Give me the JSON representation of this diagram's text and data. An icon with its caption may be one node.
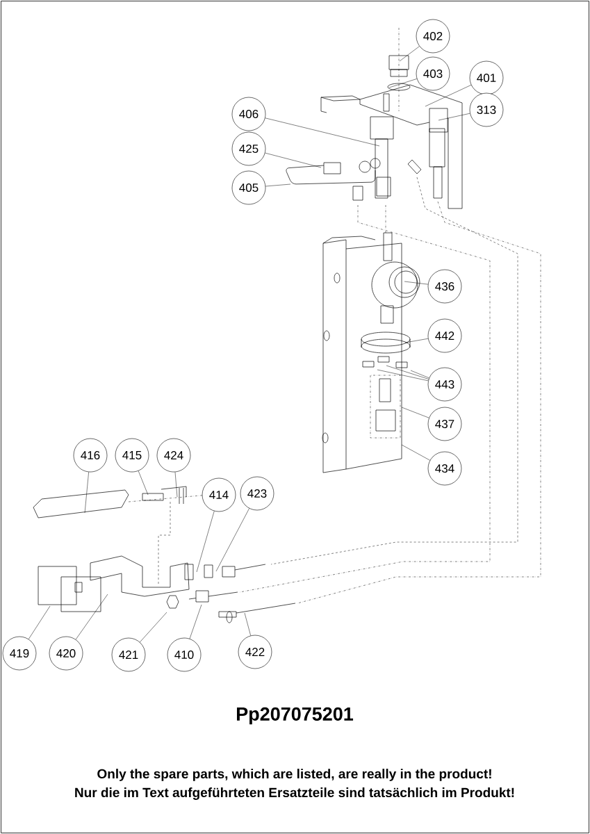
{
  "diagram": {
    "title": "Pp207075201",
    "nodes": [
      {
        "text": [
          "402"
        ]
      },
      {
        "text": [
          "403"
        ]
      },
      {
        "text": [
          "401"
        ]
      },
      {
        "text": [
          "313"
        ]
      },
      {
        "text": [
          "406"
        ]
      },
      {
        "text": [
          "425"
        ]
      },
      {
        "text": [
          "405"
        ]
      },
      {
        "text": [
          "436"
        ]
      },
      {
        "text": [
          "442"
        ]
      },
      {
        "text": [
          "443"
        ]
      },
      {
        "text": [
          "437"
        ]
      },
      {
        "text": [
          "434"
        ]
      },
      {
        "text": [
          "416"
        ]
      },
      {
        "text": [
          "415"
        ]
      },
      {
        "text": [
          "424"
        ]
      },
      {
        "text": [
          "414"
        ]
      },
      {
        "text": [
          "423"
        ]
      },
      {
        "text": [
          "419"
        ]
      },
      {
        "text": [
          "420"
        ]
      },
      {
        "text": [
          "421"
        ]
      },
      {
        "text": [
          "410"
        ]
      },
      {
        "text": [
          "422"
        ]
      }
    ],
    "edges": [
      {
        "from": 0,
        "to": null,
        "arrow": "none"
      },
      {
        "from": 1,
        "to": null,
        "arrow": "none"
      },
      {
        "from": 2,
        "to": null,
        "arrow": "none"
      },
      {
        "from": 3,
        "to": null,
        "arrow": "none"
      },
      {
        "from": 4,
        "to": null,
        "arrow": "none"
      },
      {
        "from": 5,
        "to": null,
        "arrow": "none"
      },
      {
        "from": 6,
        "to": null,
        "arrow": "none"
      },
      {
        "from": 7,
        "to": null,
        "arrow": "none"
      },
      {
        "from": 8,
        "to": null,
        "arrow": "none"
      },
      {
        "from": 9,
        "to": null,
        "arrow": "none"
      },
      {
        "from": 9,
        "to": null,
        "arrow": "none"
      },
      {
        "from": 9,
        "to": null,
        "arrow": "none"
      },
      {
        "from": 10,
        "to": null,
        "arrow": "none"
      },
      {
        "from": 11,
        "to": null,
        "arrow": "none"
      },
      {
        "from": 12,
        "to": null,
        "arrow": "none"
      },
      {
        "from": 13,
        "to": null,
        "arrow": "none"
      },
      {
        "from": 14,
        "to": null,
        "arrow": "none"
      },
      {
        "from": 15,
        "to": null,
        "arrow": "none"
      },
      {
        "from": 16,
        "to": null,
        "arrow": "none"
      },
      {
        "from": 17,
        "to": null,
        "arrow": "none"
      },
      {
        "from": 18,
        "to": null,
        "arrow": "none"
      },
      {
        "from": 19,
        "to": null,
        "arrow": "none"
      },
      {
        "from": 20,
        "to": null,
        "arrow": "none"
      },
      {
        "from": 21,
        "to": null,
        "arrow": "none"
      }
    ],
    "labels": [
      "Only the spare parts, which are listed, are really in the product!",
      "Nur die im Text aufgeführteten Ersatzteile sind tatsächlich im Produkt!"
    ]
  }
}
